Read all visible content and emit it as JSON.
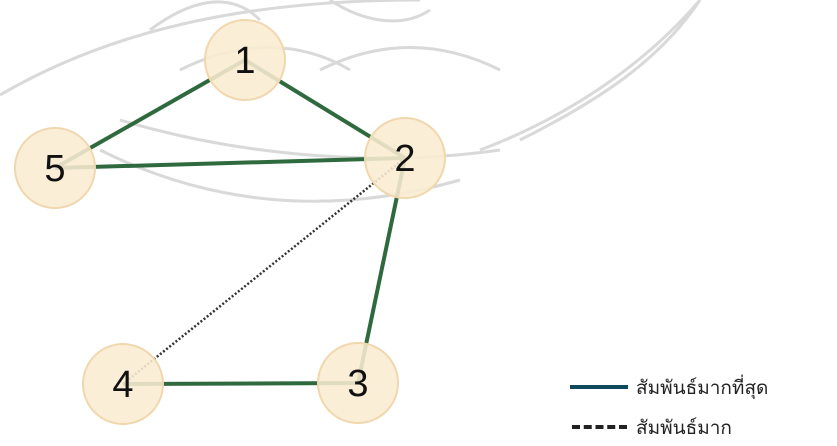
{
  "diagram": {
    "nodes": [
      {
        "id": "1",
        "label": "1"
      },
      {
        "id": "2",
        "label": "2"
      },
      {
        "id": "3",
        "label": "3"
      },
      {
        "id": "4",
        "label": "4"
      },
      {
        "id": "5",
        "label": "5"
      }
    ],
    "edges": [
      {
        "from": "1",
        "to": "5",
        "type": "strongest"
      },
      {
        "from": "1",
        "to": "2",
        "type": "strongest"
      },
      {
        "from": "5",
        "to": "2",
        "type": "strongest"
      },
      {
        "from": "2",
        "to": "3",
        "type": "strongest"
      },
      {
        "from": "3",
        "to": "4",
        "type": "strongest"
      },
      {
        "from": "2",
        "to": "4",
        "type": "strong"
      }
    ],
    "legend": {
      "strongest_label": "สัมพันธ์มากที่สุด",
      "strong_label": "สัมพันธ์มาก"
    },
    "colors": {
      "node_fill": "#faecd2",
      "node_stroke": "#f1d7ad",
      "strongest_edge": "#2f6a3e",
      "strong_edge": "#333333",
      "label": "#111111",
      "legend_line": "#0d4a5c"
    }
  }
}
